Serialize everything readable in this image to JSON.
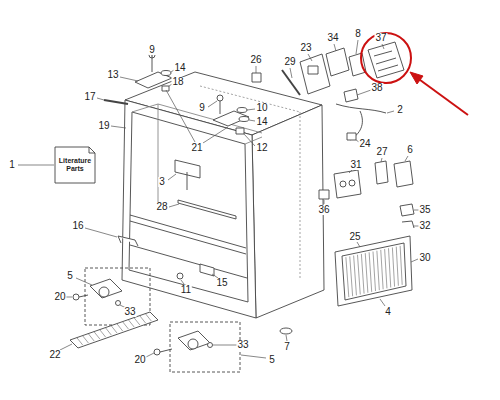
{
  "diagram": {
    "labels": [
      "9",
      "26",
      "29",
      "23",
      "34",
      "8",
      "37",
      "13",
      "14",
      "18",
      "17",
      "9",
      "10",
      "14",
      "38",
      "2",
      "19",
      "21",
      "12",
      "3",
      "28",
      "24",
      "27",
      "6",
      "1",
      "Literature Parts",
      "31",
      "36",
      "35",
      "32",
      "16",
      "25",
      "30",
      "5",
      "20",
      "11",
      "15",
      "4",
      "33",
      "33",
      "7",
      "22",
      "20",
      "5"
    ]
  }
}
